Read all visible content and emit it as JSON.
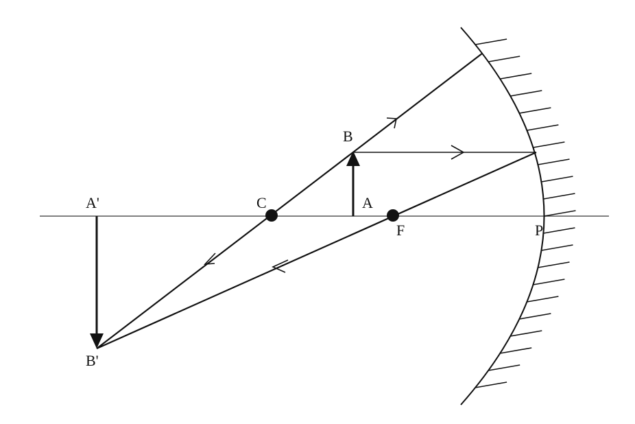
{
  "labels": {
    "a_prime": "A'",
    "c": "C",
    "b": "B",
    "a": "A",
    "f": "F",
    "p": "P",
    "b_prime": "B'"
  },
  "colors": {
    "ink": "#111111",
    "axis": "#555555",
    "background": "#ffffff"
  }
}
